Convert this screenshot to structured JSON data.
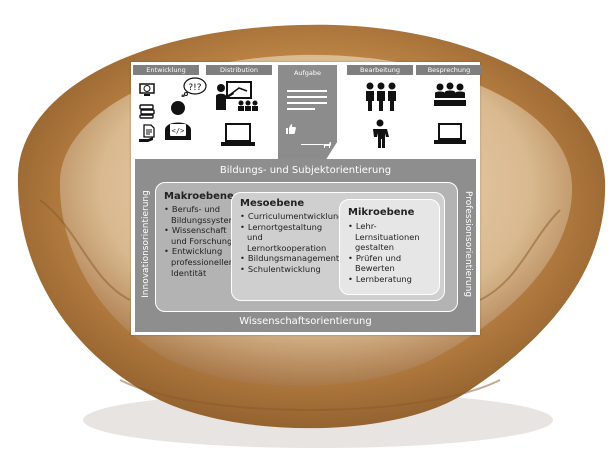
{
  "stages": [
    {
      "label": "Entwicklung"
    },
    {
      "label": "Distribution"
    },
    {
      "label": "Aufgabe"
    },
    {
      "label": "Bearbeitung"
    },
    {
      "label": "Besprechung"
    }
  ],
  "diagram": {
    "outer_top": "Bildungs- und Subjektorientierung",
    "outer_bottom": "Wissenschaftsorientierung",
    "outer_left": "Innovationsorientierung",
    "outer_right": "Professionsorientierung",
    "makro": {
      "title": "Makroebene",
      "items": [
        "Berufs- und Bildungssystem",
        "Wissenschaft und Forschung",
        "Entwicklung professioneller Identität"
      ]
    },
    "meso": {
      "title": "Mesoebene",
      "items": [
        "Curriculumentwicklung",
        "Lernortgestaltung und Lernortkooperation",
        "Bildungsmanagement",
        "Schulentwicklung"
      ]
    },
    "mikro": {
      "title": "Mikroebene",
      "items": [
        "Lehr-Lernsituationen gestalten",
        "Prüfen und Bewerten",
        "Lernberatung"
      ]
    }
  },
  "colors": {
    "frame": "#8e8e8e",
    "makro": "#b3b3b3",
    "meso": "#cfcfcf",
    "mikro": "#e6e6e6",
    "label_bg": "#7f7f7f"
  }
}
